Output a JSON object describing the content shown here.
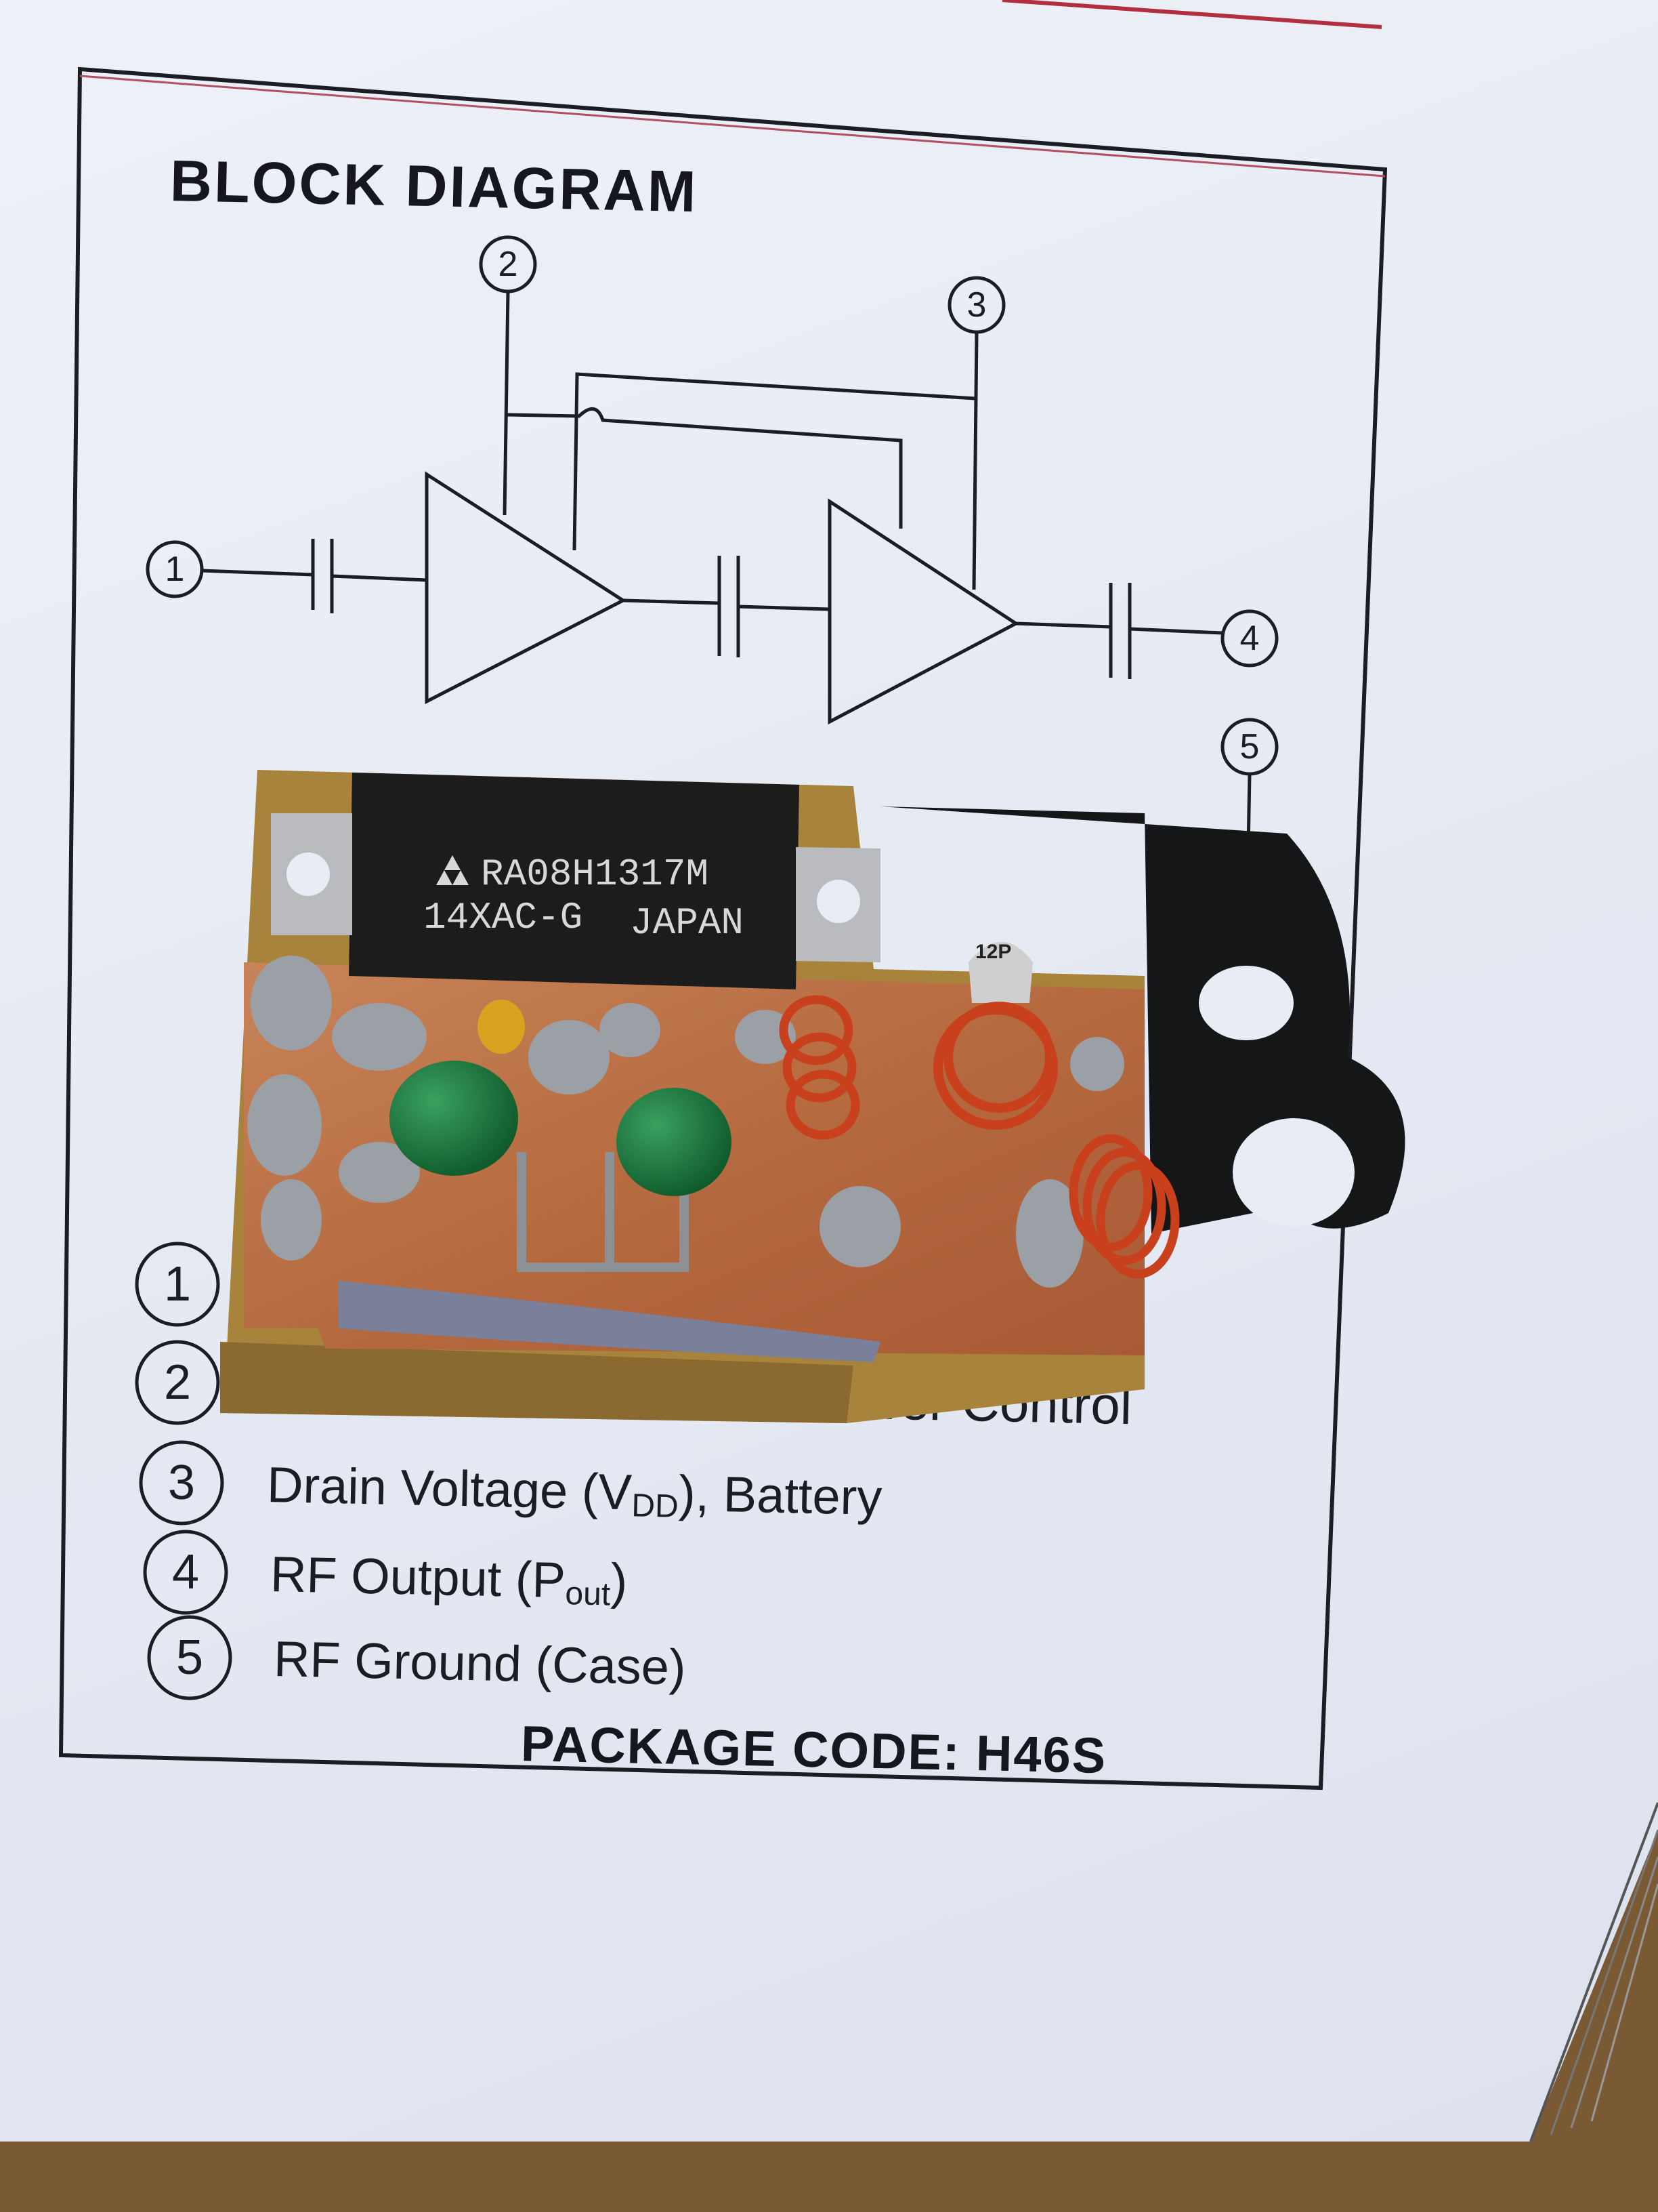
{
  "diagram": {
    "title": "BLOCK DIAGRAM",
    "pins": [
      "1",
      "2",
      "3",
      "4",
      "5"
    ]
  },
  "module": {
    "brand_mark": "mitsubishi-logo",
    "part_number": "RA08H1317M",
    "lot_code": "14XAC-G",
    "origin": "JAPAN",
    "cap_marking": "12P"
  },
  "legend": {
    "items": [
      {
        "num": "1",
        "text": ""
      },
      {
        "num": "2",
        "text": ""
      },
      {
        "num": "3",
        "text": "Drain Voltage (V",
        "sub": "DD",
        "after": "), Battery"
      },
      {
        "num": "4",
        "text": "RF Output (P",
        "sub": "out",
        "after": ")"
      },
      {
        "num": "5",
        "text": "RF Ground (Case)",
        "sub": "",
        "after": ""
      }
    ],
    "partial_fragment": "ower Control"
  },
  "footer": {
    "package_code": "PACKAGE CODE: H46S"
  },
  "colors": {
    "paper": "#e8ecf4",
    "ink": "#1b1d22",
    "copper": "#b8683f",
    "coil": "#c8401c",
    "cap_green": "#1e7a3e",
    "module_body": "#1c1c1c"
  }
}
